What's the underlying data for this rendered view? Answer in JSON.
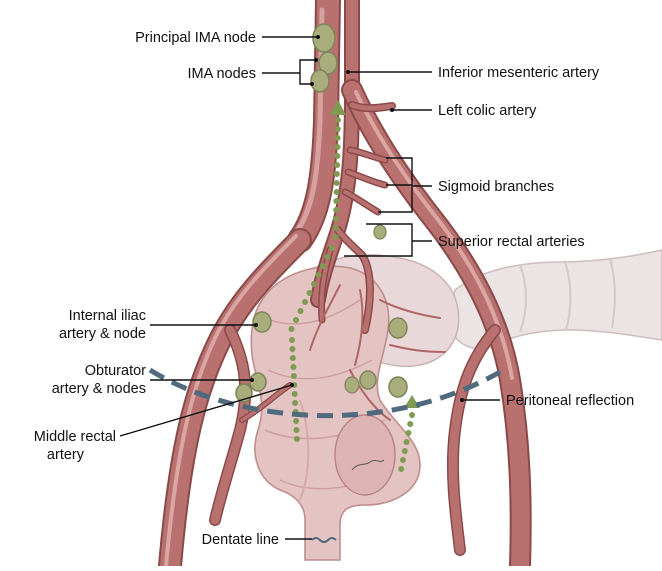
{
  "labels": {
    "principal_ima_node": "Principal IMA node",
    "ima_nodes": "IMA nodes",
    "inferior_mesenteric_artery": "Inferior mesenteric artery",
    "left_colic_artery": "Left colic artery",
    "sigmoid_branches": "Sigmoid branches",
    "superior_rectal_arteries": "Superior rectal arteries",
    "internal_iliac_line1": "Internal iliac",
    "internal_iliac_line2": "artery & node",
    "obturator_line1": "Obturator",
    "obturator_line2": "artery & nodes",
    "middle_rectal_line1": "Middle rectal",
    "middle_rectal_line2": "artery",
    "peritoneal_reflection": "Peritoneal reflection",
    "dentate_line": "Dentate line"
  },
  "colors": {
    "artery": "#b8716f",
    "artery_dark": "#8a4a49",
    "artery_highlight": "#dba5a2",
    "colon": "#e9dfe0",
    "colon_shadow": "#cfc0c2",
    "rectum": "#e2bcbc",
    "rectum_dark": "#c48f90",
    "node": "#a9ad7c",
    "node_dark": "#7d8358",
    "lymph_dots": "#7f9a52",
    "peritoneal_line": "#4f6a7c"
  }
}
